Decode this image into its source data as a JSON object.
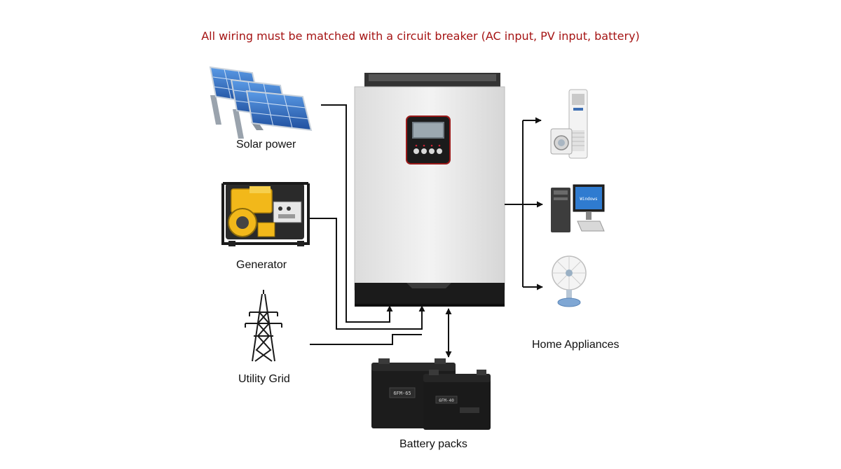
{
  "title": "All wiring must be matched with a circuit breaker (AC input, PV input, battery)",
  "sources": {
    "solar": "Solar power",
    "generator": "Generator",
    "grid": "Utility Grid"
  },
  "battery": {
    "label": "Battery packs",
    "model_a": "6FM-65",
    "model_b": "6FM-40"
  },
  "appliances": {
    "label": "Home Appliances",
    "os_text": "Windows"
  },
  "colors": {
    "title": "#a51414",
    "wire": "#111111",
    "inverter_body": "#ededed",
    "inverter_base": "#1b1b1b",
    "solar_cell": "#2f6fc7",
    "generator_yellow": "#f2b81a"
  }
}
